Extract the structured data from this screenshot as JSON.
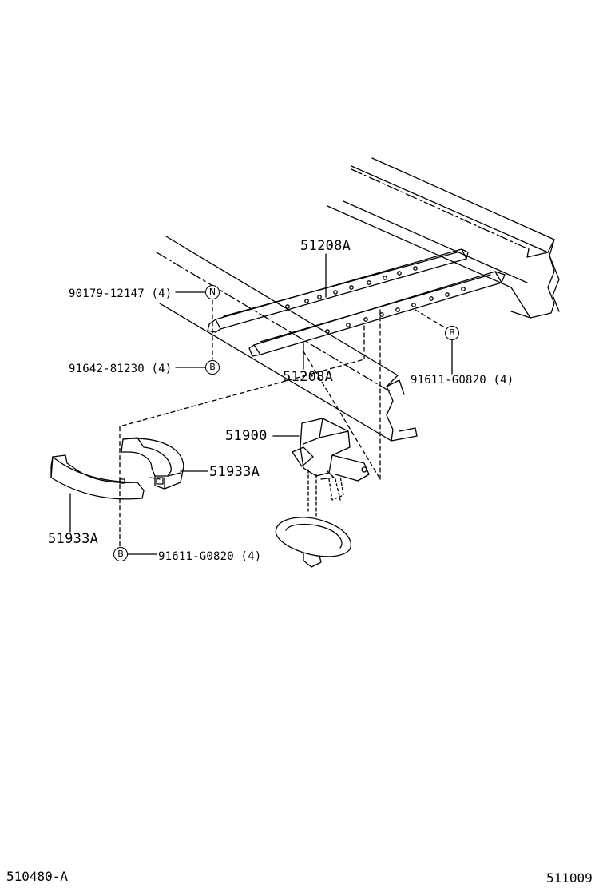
{
  "labels": {
    "rail_upper": "51208A",
    "rail_lower": "51208A",
    "bolt_n": "90179-12147 (4)",
    "nut_b_left": "91642-81230 (4)",
    "bolt_b_right": "91611-G0820 (4)",
    "carrier": "51900",
    "bracket_right": "51933A",
    "bracket_left": "51933A",
    "bolt_b_bottom": "91611-G0820 (4)"
  },
  "badges": {
    "n": "N",
    "b_left": "B",
    "b_right": "B",
    "b_bottom": "B"
  },
  "footer": {
    "left_code": "510480-A",
    "right_code": "511009"
  }
}
